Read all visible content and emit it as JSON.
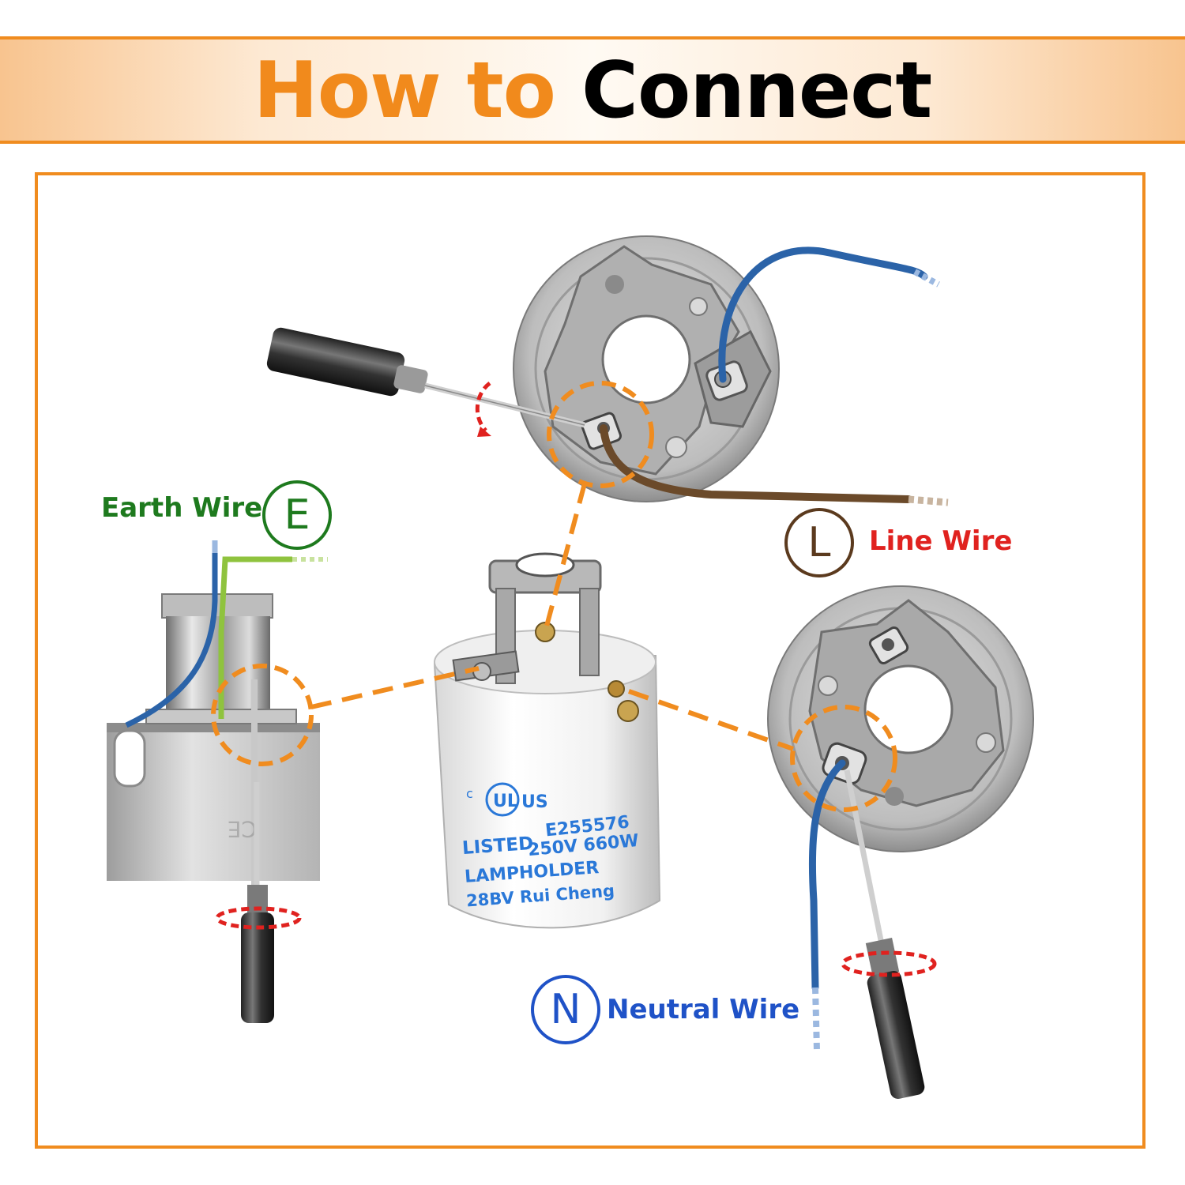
{
  "header": {
    "title_part1": "How to",
    "title_part2": "Connect",
    "accent_color": "#f18a1c",
    "border_color": "#f08c1f"
  },
  "labels": {
    "earth": {
      "text": "Earth Wire",
      "symbol": "E",
      "color": "#1e7a1e"
    },
    "line": {
      "text": "Line Wire",
      "symbol": "L",
      "color": "#e0221f",
      "symbol_color": "#5b3a1e"
    },
    "neutral": {
      "text": "Neutral Wire",
      "symbol": "N",
      "color": "#1f52c7"
    }
  },
  "lampholder": {
    "mark": "US",
    "cert_number": "E255576",
    "listed": "LISTED",
    "rating": "250V 660W",
    "type": "LAMPHOLDER",
    "maker": "28BV Rui Cheng",
    "print_color": "#2a78d8"
  },
  "icons": [
    "screwdriver-icon",
    "rotation-arrow-icon",
    "ul-listed-mark"
  ]
}
